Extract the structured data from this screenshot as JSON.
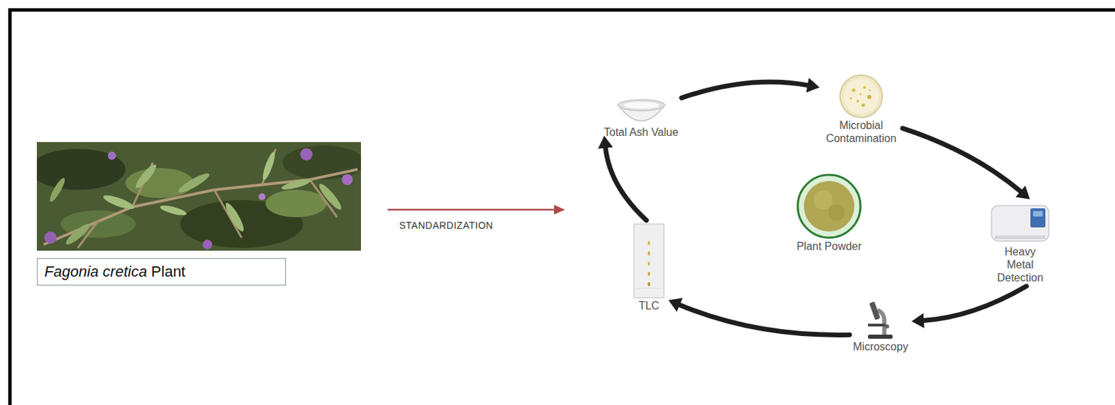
{
  "diagram": {
    "nodes": [
      {
        "text": [
          "Fagonia cretica",
          "Plant"
        ]
      },
      {
        "text": [
          "Total Ash Value"
        ]
      },
      {
        "text": [
          "Microbial Contamination"
        ]
      },
      {
        "text": [
          "Plant Powder"
        ]
      },
      {
        "text": [
          "Heavy Metal Detection"
        ]
      },
      {
        "text": [
          "Microscopy"
        ]
      },
      {
        "text": [
          "TLC"
        ]
      }
    ],
    "edges": [
      {
        "from": 1,
        "to": 2,
        "arrow": "to"
      },
      {
        "from": 2,
        "to": 4,
        "arrow": "to"
      },
      {
        "from": 4,
        "to": 5,
        "arrow": "to"
      },
      {
        "from": 5,
        "to": 6,
        "arrow": "to"
      },
      {
        "from": 6,
        "to": 1,
        "arrow": "to"
      }
    ],
    "labels": [
      "STANDARDIZATION"
    ]
  }
}
